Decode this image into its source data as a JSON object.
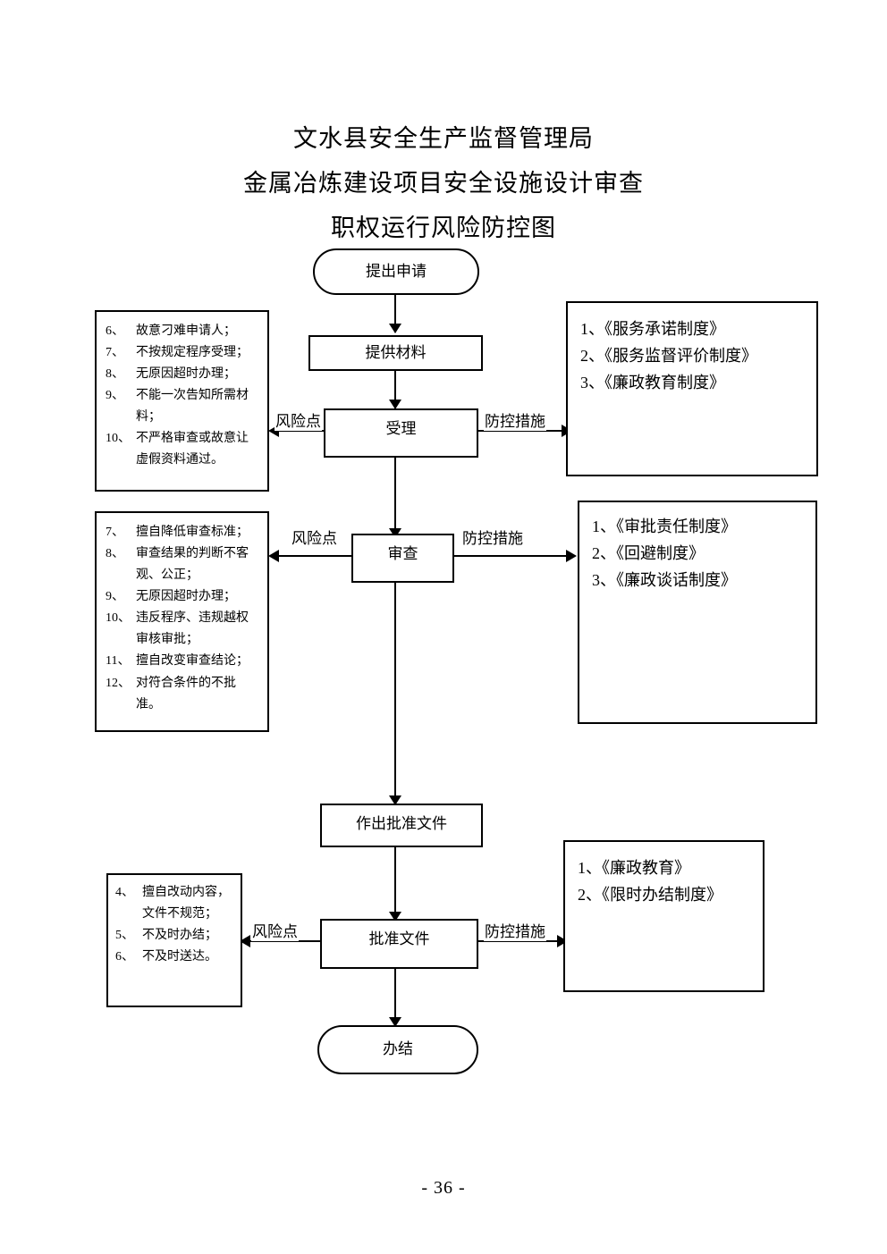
{
  "document": {
    "title_lines": [
      "文水县安全生产监督管理局",
      "金属冶炼建设项目安全设施设计审查",
      "职权运行风险防控图"
    ],
    "page_number": "- 36 -"
  },
  "flow": {
    "start": "提出申请",
    "nodes": [
      {
        "id": "submit",
        "label": "提出申请",
        "shape": "terminator"
      },
      {
        "id": "materials",
        "label": "提供材料",
        "shape": "process"
      },
      {
        "id": "accept",
        "label": "受理",
        "shape": "process"
      },
      {
        "id": "review",
        "label": "审查",
        "shape": "process"
      },
      {
        "id": "make-approval-doc",
        "label": "作出批准文件",
        "shape": "process"
      },
      {
        "id": "approval-doc",
        "label": "批准文件",
        "shape": "process"
      },
      {
        "id": "complete",
        "label": "办结",
        "shape": "terminator"
      }
    ]
  },
  "edge_labels": {
    "risk": "风险点",
    "measure": "防控措施"
  },
  "risk_panels": [
    {
      "id": "risk-accept",
      "stage": "受理",
      "items": [
        {
          "num": "6、",
          "text": "故意刁难申请人；"
        },
        {
          "num": "7、",
          "text": "不按规定程序受理；"
        },
        {
          "num": "8、",
          "text": "无原因超时办理；"
        },
        {
          "num": "9、",
          "text": "不能一次告知所需材料；"
        },
        {
          "num": "10、",
          "text": "不严格审查或故意让虚假资料通过。"
        }
      ]
    },
    {
      "id": "risk-review",
      "stage": "审查",
      "items": [
        {
          "num": "7、",
          "text": "擅自降低审查标准；"
        },
        {
          "num": "8、",
          "text": "审查结果的判断不客观、公正；"
        },
        {
          "num": "9、",
          "text": "无原因超时办理；"
        },
        {
          "num": "10、",
          "text": "违反程序、违规越权审核审批；"
        },
        {
          "num": "11、",
          "text": "擅自改变审查结论；"
        },
        {
          "num": "12、",
          "text": "对符合条件的不批准。"
        }
      ]
    },
    {
      "id": "risk-approval",
      "stage": "批准文件",
      "items": [
        {
          "num": "4、",
          "text": "擅自改动内容，文件不规范；"
        },
        {
          "num": "5、",
          "text": "不及时办结；"
        },
        {
          "num": "6、",
          "text": "不及时送达。"
        }
      ]
    }
  ],
  "measure_panels": [
    {
      "id": "measure-accept",
      "stage": "受理",
      "items": [
        "1、《服务承诺制度》",
        "2、《服务监督评价制度》",
        "3、《廉政教育制度》"
      ]
    },
    {
      "id": "measure-review",
      "stage": "审查",
      "items": [
        "1、《审批责任制度》",
        "2、《回避制度》",
        "3、《廉政谈话制度》"
      ]
    },
    {
      "id": "measure-approval",
      "stage": "批准文件",
      "items": [
        "1、《廉政教育》",
        "2、《限时办结制度》"
      ]
    }
  ],
  "colors": {
    "stroke": "#000000",
    "background": "#ffffff",
    "text": "#000000"
  }
}
